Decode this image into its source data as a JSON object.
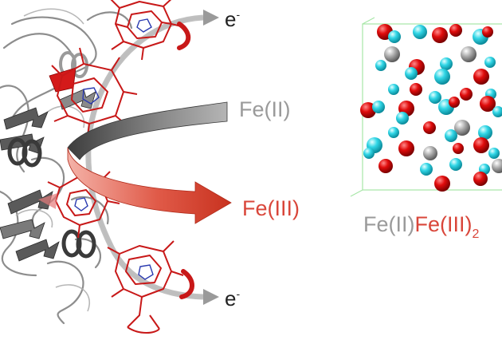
{
  "labels": {
    "electron_top": "e",
    "electron_bottom": "e",
    "electron_superscript": "-",
    "fe2_label": "Fe(II)",
    "fe3_label": "Fe(III)",
    "formula_part1": "Fe(II)",
    "formula_part2": "Fe(III)",
    "formula_subscript": "2"
  },
  "colors": {
    "fe2_gray": "#9a9a9a",
    "fe3_red": "#d9463a",
    "heme_red": "#c81818",
    "oxygen_red": "#d10a0a",
    "cyan_atom": "#2fd8e6",
    "protein_gray": "#6a6a6a",
    "cell_green": "#9be39b"
  }
}
